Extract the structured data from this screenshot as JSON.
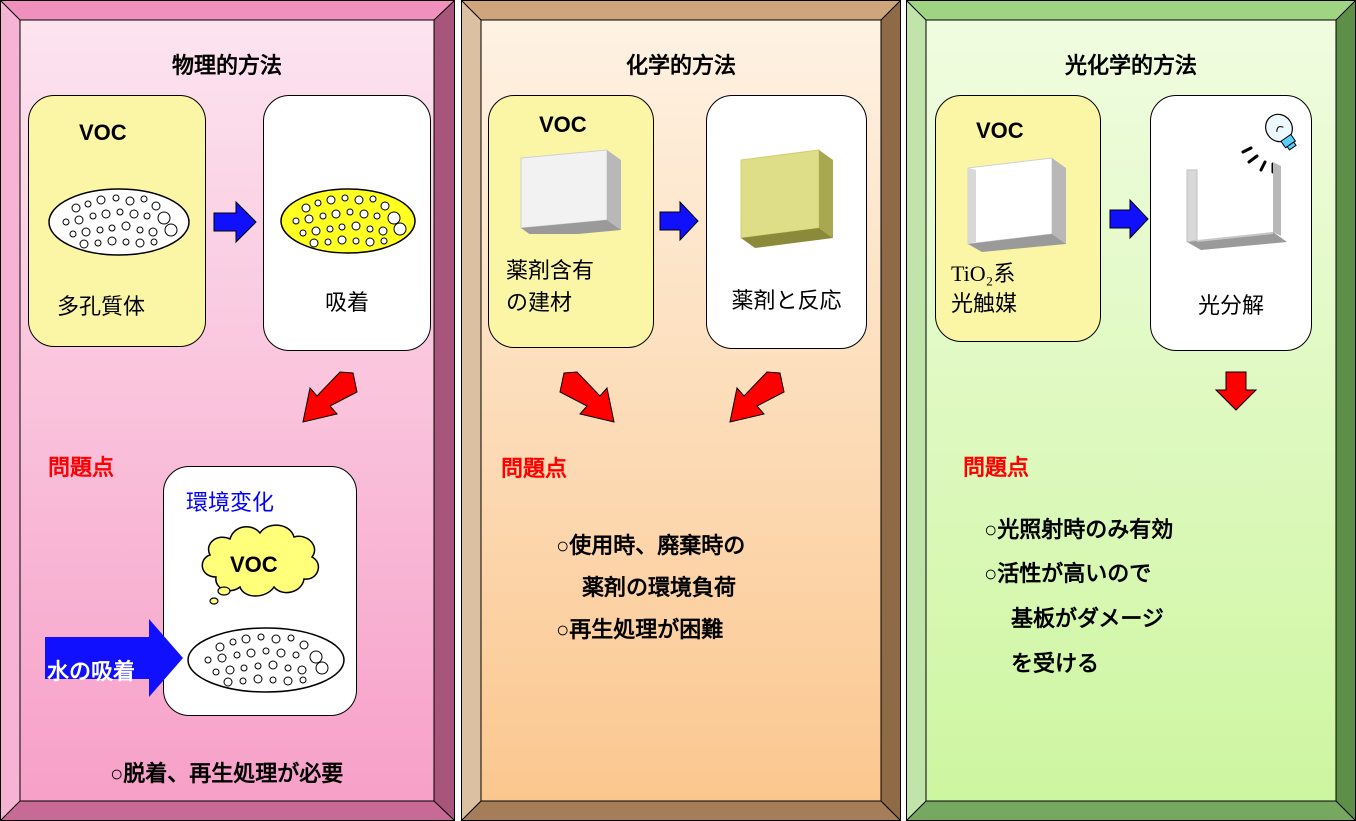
{
  "colors": {
    "panel1_top": "#fce4ef",
    "panel1_bottom": "#f7a0c8",
    "panel1_frame": "#c86a96",
    "panel2_top": "#fef2e3",
    "panel2_bottom": "#fbc78f",
    "panel2_frame": "#a57e59",
    "panel3_top": "#f0fce0",
    "panel3_bottom": "#cdf6a0",
    "panel3_frame": "#77a860",
    "yellow_box": "#fbf6a6",
    "arrow_blue": "#1010ff",
    "arrow_red": "#ff0000",
    "problem_red": "#ff0000",
    "adsorb_fill": "#ffff22"
  },
  "panels": [
    {
      "title": "物理的方法",
      "voc": "VOC",
      "material": "多孔質体",
      "result": "吸着",
      "problem_label": "問題点",
      "env_change": "環境変化",
      "cloud_voc": "VOC",
      "water_label": "水の吸着",
      "problems": [
        "○脱着、再生処理が必要"
      ]
    },
    {
      "title": "化学的方法",
      "voc": "VOC",
      "material_line1": "薬剤含有",
      "material_line2": "の建材",
      "result": "薬剤と反応",
      "problem_label": "問題点",
      "problems": [
        "○使用時、廃棄時の",
        "薬剤の環境負荷",
        "○再生処理が困難"
      ]
    },
    {
      "title": "光化学的方法",
      "voc": "VOC",
      "material_line1": "TiO₂系",
      "material_line2": "光触媒",
      "result": "光分解",
      "problem_label": "問題点",
      "problems": [
        "○光照射時のみ有効",
        "○活性が高いので",
        "基板がダメージ",
        "を受ける"
      ]
    }
  ]
}
